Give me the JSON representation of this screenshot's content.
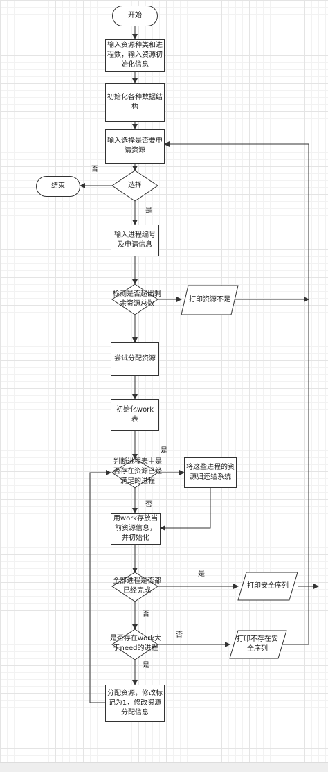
{
  "nodes": {
    "start": "开始",
    "input_resources": "输入资源种类和进程数，输入资源初始化信息",
    "init_structs": "初始化各种数据结构",
    "input_choice": "输入选择是否要申请资源",
    "choose": "选择",
    "end": "结束",
    "input_process": "输入进程编号及申请信息",
    "check_exceed": "检测是否超出剩余资源总数",
    "print_insufficient": "打印资源不足",
    "try_allocate": "尝试分配资源",
    "init_work": "初始化work表",
    "judge_table": "判断进程表中是否存在资源已经满足的进程",
    "return_resources": "将这些进程的资源归还给系统",
    "store_work": "用work存放当前资源信息，并初始化",
    "all_done": "全部进程是否都已经完成",
    "print_safe": "打印安全序列",
    "work_gt_need": "是否存在work大于need的进程",
    "print_unsafe": "打印不存在安全序列",
    "allocate_mark": "分配资源，修改标记为1，修改资源分配信息"
  },
  "labels": {
    "no_choose": "否",
    "yes_choose": "是",
    "yes_judge": "是",
    "no_judge": "否",
    "yes_all": "是",
    "no_all": "否",
    "no_work": "否",
    "yes_work": "是"
  },
  "colors": {
    "stroke": "#333333",
    "fill": "#ffffff",
    "text": "#222222"
  }
}
